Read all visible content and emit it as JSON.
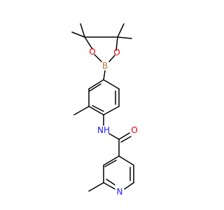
{
  "molecule": {
    "atoms": {
      "boron": "B",
      "oxygen_left": "O",
      "oxygen_right": "O",
      "amide_nh": "NH",
      "carbonyl_oxygen": "O",
      "pyridine_nitrogen": "N"
    },
    "colors": {
      "bond": "#000000",
      "boron": "#b57a3a",
      "oxygen": "#e8000b",
      "nitrogen": "#1a1aff"
    }
  }
}
